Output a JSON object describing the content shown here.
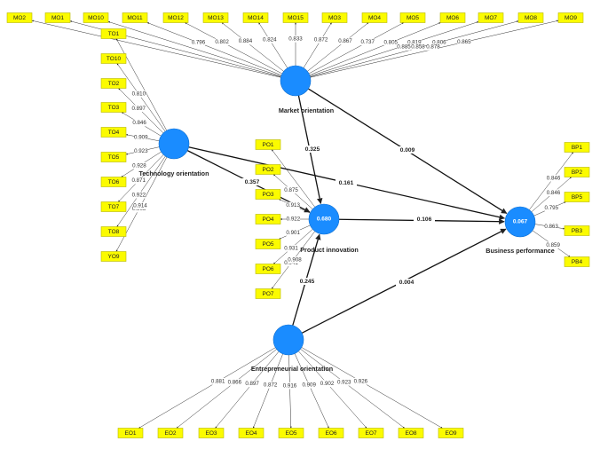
{
  "colors": {
    "construct": "#1a8cff",
    "indicator": "#fbfb00",
    "line": "#222222"
  },
  "constructs": [
    {
      "id": "MO",
      "name": "Market orientation",
      "r2": ""
    },
    {
      "id": "TO",
      "name": "Technology orientation",
      "r2": ""
    },
    {
      "id": "PI",
      "name": "Product innovation",
      "r2": "0.680"
    },
    {
      "id": "BP",
      "name": "Business performance",
      "r2": "0.067"
    },
    {
      "id": "EO",
      "name": "Entrepreneurial orientation",
      "r2": ""
    }
  ],
  "indicators": {
    "MO": [
      {
        "label": "MO2",
        "loading": ""
      },
      {
        "label": "MO1",
        "loading": ""
      },
      {
        "label": "MO10",
        "loading": ""
      },
      {
        "label": "MO11",
        "loading": "0.796"
      },
      {
        "label": "MO12",
        "loading": "0.802"
      },
      {
        "label": "MO13",
        "loading": "0.884"
      },
      {
        "label": "MO14",
        "loading": "0.824"
      },
      {
        "label": "MO15",
        "loading": "0.833"
      },
      {
        "label": "MO3",
        "loading": "0.872"
      },
      {
        "label": "MO4",
        "loading": "0.867"
      },
      {
        "label": "MO5",
        "loading": "0.737"
      },
      {
        "label": "MO6",
        "loading": "0.805"
      },
      {
        "label": "MO7",
        "loading": "0.819"
      },
      {
        "label": "MO8",
        "loading": "0.806"
      },
      {
        "label": "MO9",
        "loading": "0.865"
      }
    ],
    "MO_extra_loadings": [
      "0.885",
      "0.858",
      "0.878"
    ],
    "TO": [
      {
        "label": "TO1",
        "loading": ""
      },
      {
        "label": "TO10",
        "loading": "0.810"
      },
      {
        "label": "TO2",
        "loading": "0.897"
      },
      {
        "label": "TO3",
        "loading": "0.846"
      },
      {
        "label": "TO4",
        "loading": "0.909"
      },
      {
        "label": "TO5",
        "loading": "0.923"
      },
      {
        "label": "TO6",
        "loading": "0.928"
      },
      {
        "label": "TO7",
        "loading": "0.871"
      },
      {
        "label": "TO8",
        "loading": "0.922"
      },
      {
        "label": "YO9",
        "loading": "0.908"
      }
    ],
    "TO_extra_loadings": [
      "0.914"
    ],
    "PI": [
      {
        "label": "PO1",
        "loading": ""
      },
      {
        "label": "PO2",
        "loading": "0.875"
      },
      {
        "label": "PO3",
        "loading": "0.913"
      },
      {
        "label": "PO4",
        "loading": "0.922"
      },
      {
        "label": "PO5",
        "loading": "0.901"
      },
      {
        "label": "PO6",
        "loading": "0.931"
      },
      {
        "label": "PO7",
        "loading": "0.941"
      }
    ],
    "PI_extra_loadings": [
      "0.908"
    ],
    "BP": [
      {
        "label": "BP1",
        "loading": "0.846"
      },
      {
        "label": "BP2",
        "loading": "0.846"
      },
      {
        "label": "BP5",
        "loading": "0.795"
      },
      {
        "label": "PB3",
        "loading": "0.863"
      },
      {
        "label": "PB4",
        "loading": "0.859"
      }
    ],
    "EO": [
      {
        "label": "EO1",
        "loading": "0.881"
      },
      {
        "label": "EO2",
        "loading": "0.866"
      },
      {
        "label": "EO3",
        "loading": "0.897"
      },
      {
        "label": "EO4",
        "loading": "0.872"
      },
      {
        "label": "EO5",
        "loading": "0.916"
      },
      {
        "label": "EO6",
        "loading": "0.909"
      },
      {
        "label": "EO7",
        "loading": "0.902"
      },
      {
        "label": "EO8",
        "loading": "0.923"
      },
      {
        "label": "EO9",
        "loading": "0.926"
      }
    ]
  },
  "paths": [
    {
      "from": "MO",
      "to": "PI",
      "coef": "0.325"
    },
    {
      "from": "MO",
      "to": "BP",
      "coef": "0.009"
    },
    {
      "from": "TO",
      "to": "PI",
      "coef": "0.357"
    },
    {
      "from": "TO",
      "to": "BP",
      "coef": "0.161"
    },
    {
      "from": "PI",
      "to": "BP",
      "coef": "0.106"
    },
    {
      "from": "EO",
      "to": "PI",
      "coef": "0.245"
    },
    {
      "from": "EO",
      "to": "BP",
      "coef": "0.004"
    }
  ]
}
